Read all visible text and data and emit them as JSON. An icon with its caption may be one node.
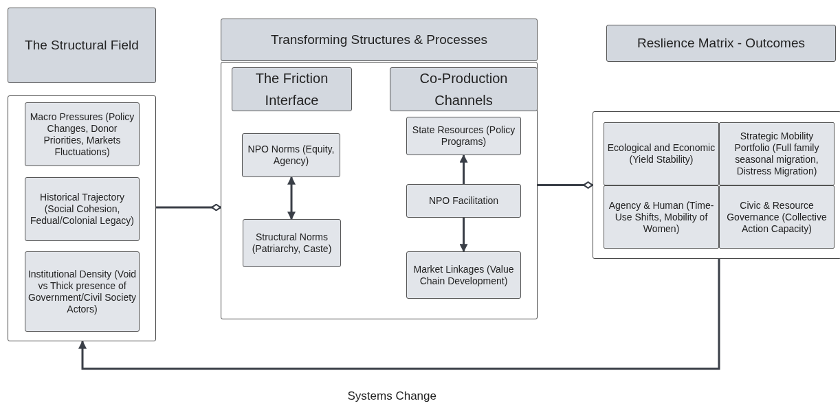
{
  "diagram": {
    "nodes": [
      {
        "text": [
          "The Structural Field"
        ]
      },
      {
        "text": [],
        "shape": "box"
      },
      {
        "text": [
          "Macro Pressures (Policy Changes, Donor Priorities, Markets Fluctuations)"
        ],
        "in": 1
      },
      {
        "text": [
          "Historical Trajectory (Social Cohesion, Fedual/Colonial Legacy)"
        ],
        "in": 1
      },
      {
        "text": [
          "Institutional Density (Void vs Thick presence of Government/Civil Society Actors)"
        ],
        "in": 1
      },
      {
        "text": [
          "Transforming Structures & Processes"
        ]
      },
      {
        "text": [],
        "shape": "box"
      },
      {
        "text": [
          "The Friction Interface"
        ],
        "in": 6
      },
      {
        "text": [
          "Co-Production Channels"
        ],
        "in": 6
      },
      {
        "text": [
          "NPO Norms (Equity, Agency)"
        ],
        "in": 6
      },
      {
        "text": [
          "Structural Norms (Patriarchy, Caste)"
        ],
        "in": 6
      },
      {
        "text": [
          "State Resources (Policy Programs)"
        ],
        "in": 6
      },
      {
        "text": [
          "NPO Facilitation"
        ],
        "in": 6
      },
      {
        "text": [
          "Market Linkages (Value Chain Development)"
        ],
        "in": 6
      },
      {
        "text": [
          "Reslience Matrix - Outcomes"
        ]
      },
      {
        "text": [],
        "shape": "box"
      },
      {
        "text": [
          "Ecological and Economic (Yield Stability)"
        ],
        "in": 15
      },
      {
        "text": [
          "Strategic Mobility Portfolio (Full family seasonal migration, Distress Migration)"
        ],
        "in": 15
      },
      {
        "text": [
          "Agency & Human (Time-Use  Shifts, Mobility of Women)"
        ],
        "in": 15
      },
      {
        "text": [
          "Civic & Resource Governance (Collective Action Capacity)"
        ],
        "in": 15
      }
    ],
    "edges": [
      {
        "from": 1,
        "to": 6,
        "arrow": "other"
      },
      {
        "from": 6,
        "to": 15,
        "arrow": "other"
      },
      {
        "from": 9,
        "to": 10,
        "arrow": "both"
      },
      {
        "from": 12,
        "to": 11,
        "arrow": "to"
      },
      {
        "from": 12,
        "to": 13,
        "arrow": "to"
      },
      {
        "from": 15,
        "to": 1,
        "arrow": "to",
        "label": "Systems Change"
      }
    ]
  }
}
